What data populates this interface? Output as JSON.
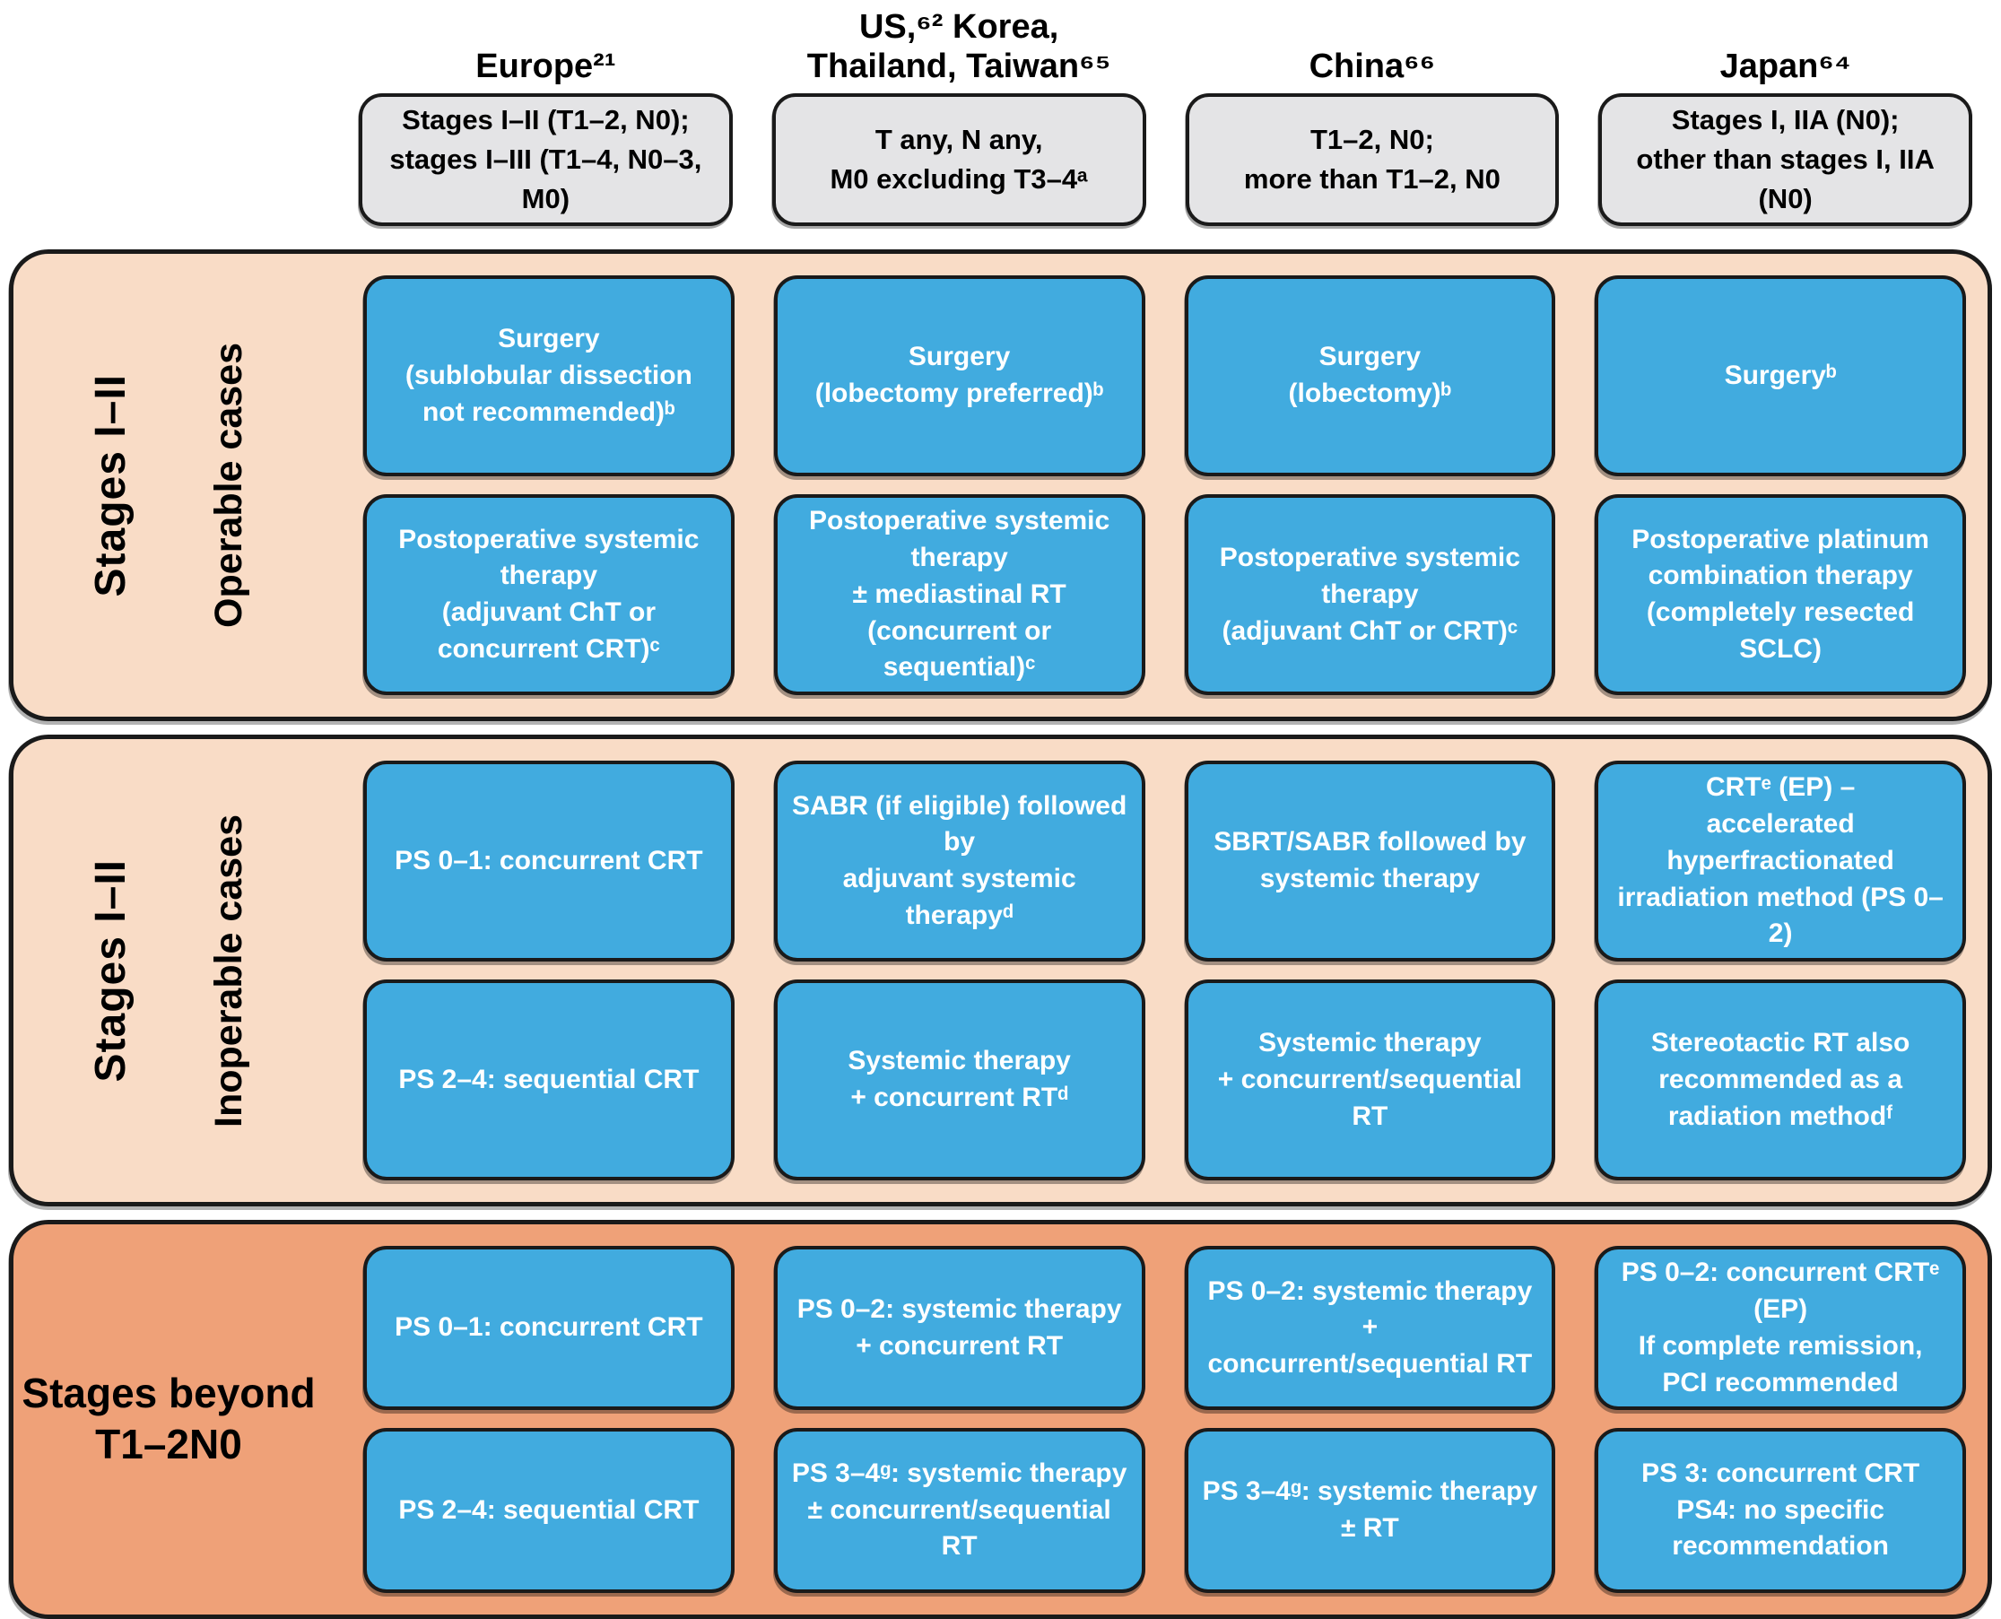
{
  "figure": {
    "columns": [
      {
        "header": "Europe²¹",
        "criteria": "Stages I–II (T1–2, N0);\nstages I–III (T1–4, N0–3, M0)"
      },
      {
        "header": "US,⁶² Korea,\nThailand, Taiwan⁶⁵",
        "criteria": "T any, N any,\nM0 excluding T3–4ᵃ"
      },
      {
        "header": "China⁶⁶",
        "criteria": "T1–2, N0;\nmore than T1–2, N0"
      },
      {
        "header": "Japan⁶⁴",
        "criteria": "Stages I, IIA (N0);\nother than stages I, IIA (N0)"
      }
    ],
    "bands": [
      {
        "stage_label": "Stages I–II",
        "case_label": "Operable cases",
        "cells": [
          [
            "Surgery\n(sublobular dissection\nnot recommended)ᵇ",
            "Surgery\n(lobectomy preferred)ᵇ",
            "Surgery\n(lobectomy)ᵇ",
            "Surgeryᵇ"
          ],
          [
            "Postoperative systemic therapy\n(adjuvant ChT or\nconcurrent CRT)ᶜ",
            "Postoperative systemic therapy\n± mediastinal RT\n(concurrent or sequential)ᶜ",
            "Postoperative systemic therapy\n(adjuvant ChT or CRT)ᶜ",
            "Postoperative platinum\ncombination therapy\n(completely resected SCLC)"
          ]
        ]
      },
      {
        "stage_label": "Stages I–II",
        "case_label": "Inoperable cases",
        "cells": [
          [
            "PS 0–1: concurrent CRT",
            "SABR (if eligible) followed by\nadjuvant systemic therapyᵈ",
            "SBRT/SABR followed by\nsystemic therapy",
            "CRTᵉ (EP) –\naccelerated hyperfractionated\nirradiation method (PS 0–2)"
          ],
          [
            "PS 2–4: sequential CRT",
            "Systemic therapy\n+ concurrent RTᵈ",
            "Systemic therapy\n+ concurrent/sequential RT",
            "Stereotactic RT also\nrecommended as a\nradiation methodᶠ"
          ]
        ]
      },
      {
        "stage_label": "Stages beyond\nT1–2N0",
        "case_label": "",
        "cells": [
          [
            "PS 0–1: concurrent CRT",
            "PS 0–2: systemic therapy\n+ concurrent RT",
            "PS 0–2: systemic therapy +\nconcurrent/sequential RT",
            "PS 0–2: concurrent CRTᵉ (EP)\nIf complete remission,\nPCI recommended"
          ],
          [
            "PS 2–4: sequential CRT",
            "PS 3–4ᵍ: systemic therapy\n± concurrent/sequential RT",
            "PS 3–4ᵍ: systemic therapy ± RT",
            "PS 3: concurrent CRT\nPS4: no specific recommendation"
          ]
        ]
      }
    ],
    "colors": {
      "band_light": "#F9DCC6",
      "band_dark": "#EFA178",
      "box_blue": "#41ABDF",
      "box_gray": "#E4E4E6",
      "border": "#1A1A1A"
    }
  }
}
